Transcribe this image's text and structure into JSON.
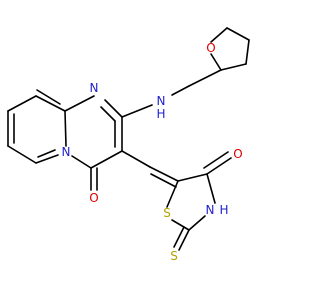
{
  "molecule": {
    "colors": {
      "bond": "#000000",
      "N": "#1f1fd0",
      "O": "#e00000",
      "S": "#b3a300"
    },
    "atoms": {
      "O_thf": "O",
      "NH_link": "N",
      "H_link": "H",
      "N_ring_top": "N",
      "N_ring_fused": "N",
      "O_carbonyl_bottom": "O",
      "O_carbonyl_right": "O",
      "S_ring": "S",
      "NH_thiazol": "N",
      "H_thiazol": "H",
      "S_thione": "S"
    }
  }
}
